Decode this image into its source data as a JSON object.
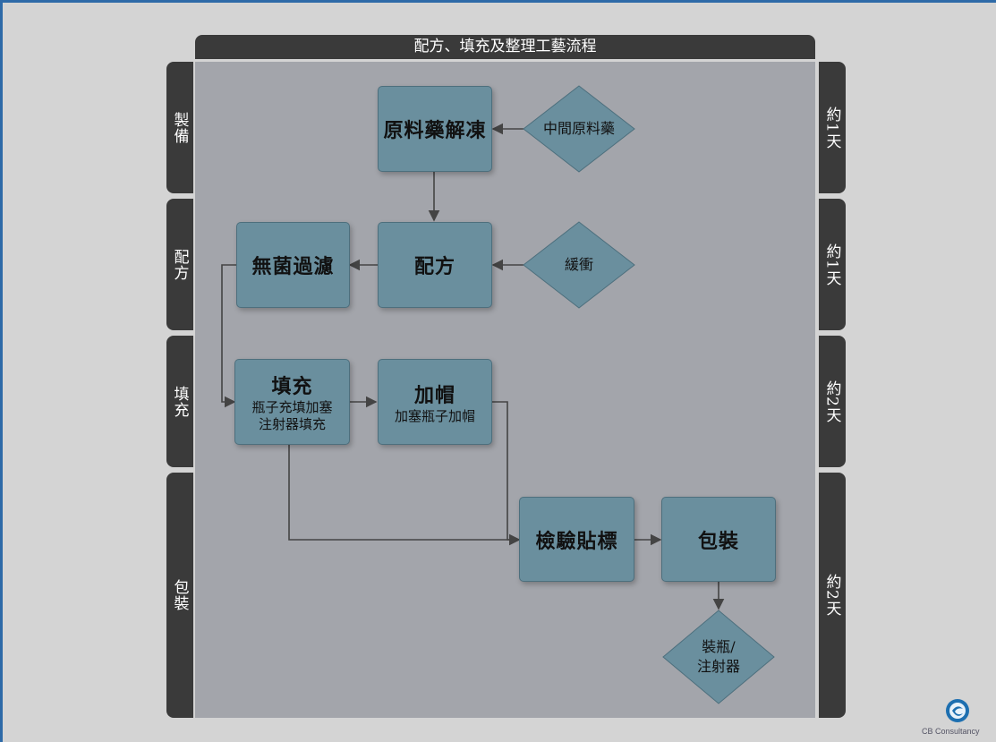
{
  "title": "配方、填充及整理工藝流程",
  "lanes_left": [
    "製備",
    "配方",
    "填充",
    "包裝"
  ],
  "lanes_right": [
    "約1天",
    "約1天",
    "約2天",
    "約2天"
  ],
  "boxes": {
    "thaw": {
      "title": "原料藥解凍"
    },
    "formulation": {
      "title": "配方"
    },
    "filtration": {
      "title": "無菌過濾"
    },
    "filling": {
      "title": "填充",
      "line1": "瓶子充填加塞",
      "line2": "注射器填充"
    },
    "capping": {
      "title": "加帽",
      "line1": "加塞瓶子加帽"
    },
    "inspection": {
      "title": "檢驗貼標"
    },
    "packaging": {
      "title": "包裝"
    }
  },
  "diamonds": {
    "intermediate": "中間原料藥",
    "buffer": "緩衝",
    "output_line1": "裝瓶/",
    "output_line2": "注射器"
  },
  "colors": {
    "box": "#6a8f9e",
    "diamond": "#6a8f9e",
    "canvas": "#a3a5ab",
    "lane": "#3a3a3a"
  },
  "logo_text": "CB Consultancy"
}
